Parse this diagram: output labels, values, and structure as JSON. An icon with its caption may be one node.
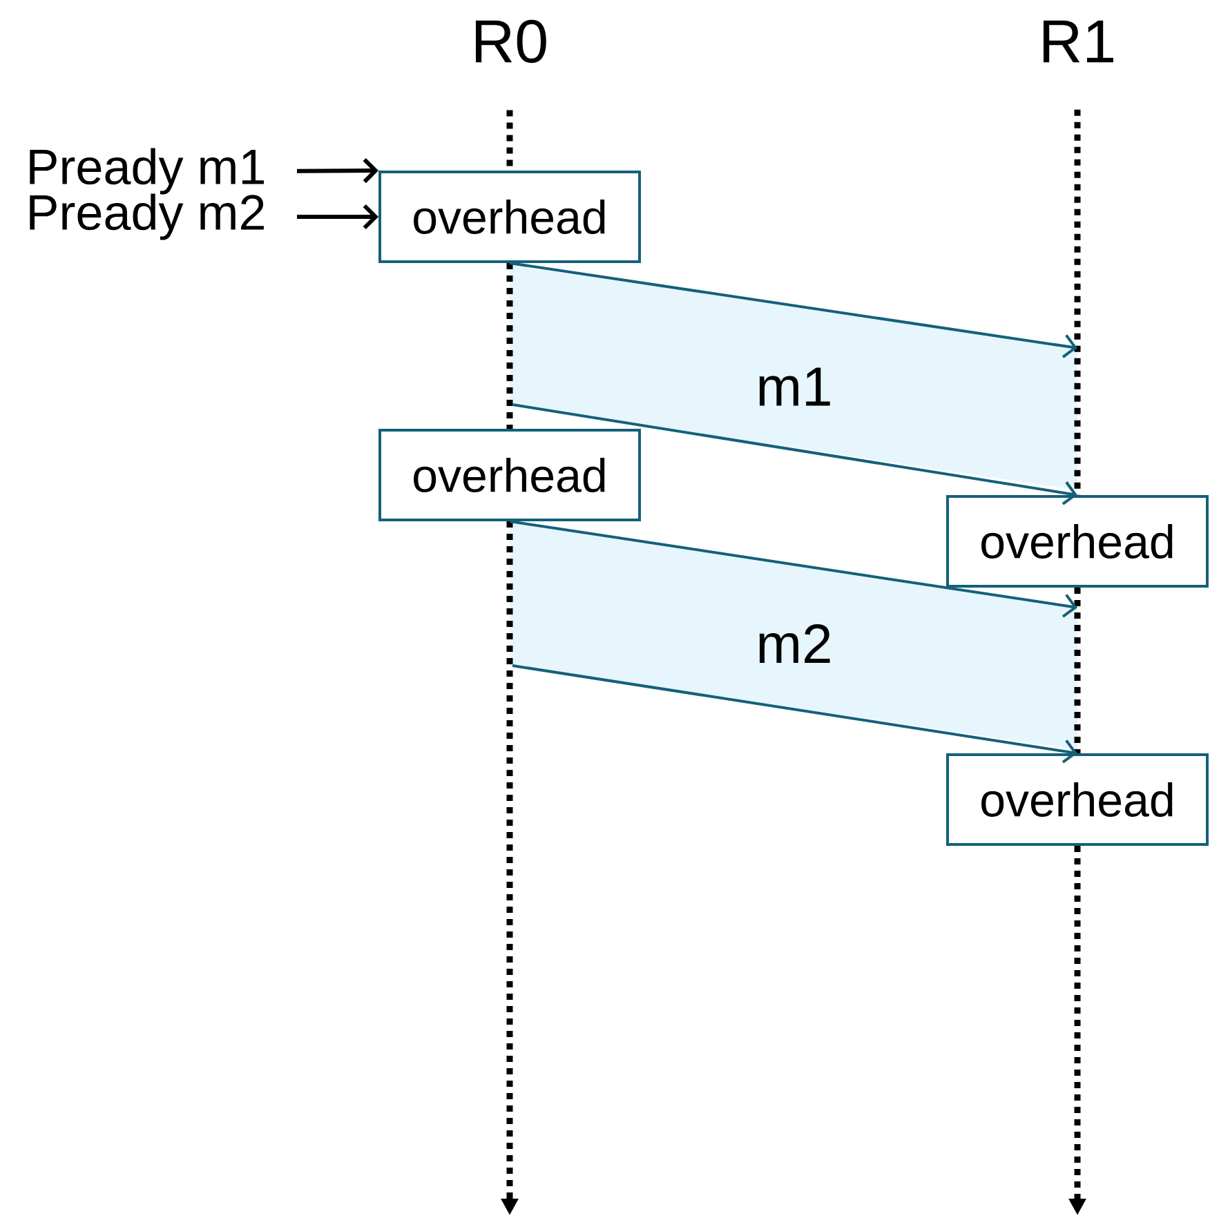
{
  "diagram": {
    "nodes": [
      {
        "text": [
          "R0"
        ]
      },
      {
        "text": [
          "R1"
        ]
      },
      {
        "text": [
          "Pready m1"
        ]
      },
      {
        "text": [
          "Pready m2"
        ]
      },
      {
        "text": [
          "overhead"
        ]
      },
      {
        "text": [
          "m1"
        ]
      },
      {
        "text": [
          "overhead"
        ]
      },
      {
        "text": [
          "overhead"
        ]
      },
      {
        "text": [
          "m2"
        ]
      },
      {
        "text": [
          "overhead"
        ]
      }
    ],
    "edges": [
      {
        "from": 0,
        "to": null,
        "arrow": "to",
        "style": "dashed",
        "color": "#000000"
      },
      {
        "from": 1,
        "to": null,
        "arrow": "to",
        "style": "dashed",
        "color": "#000000"
      },
      {
        "from": 2,
        "to": 4,
        "arrow": "to",
        "color": "#000000"
      },
      {
        "from": 3,
        "to": 4,
        "arrow": "to",
        "color": "#000000"
      },
      {
        "from": 4,
        "to": 5,
        "arrow": "to",
        "color": "#15607a"
      },
      {
        "from": 5,
        "to": 7,
        "arrow": "to",
        "color": "#15607a"
      },
      {
        "from": 6,
        "to": 8,
        "arrow": "to",
        "color": "#15607a"
      },
      {
        "from": 8,
        "to": 9,
        "arrow": "to",
        "color": "#15607a"
      }
    ]
  }
}
